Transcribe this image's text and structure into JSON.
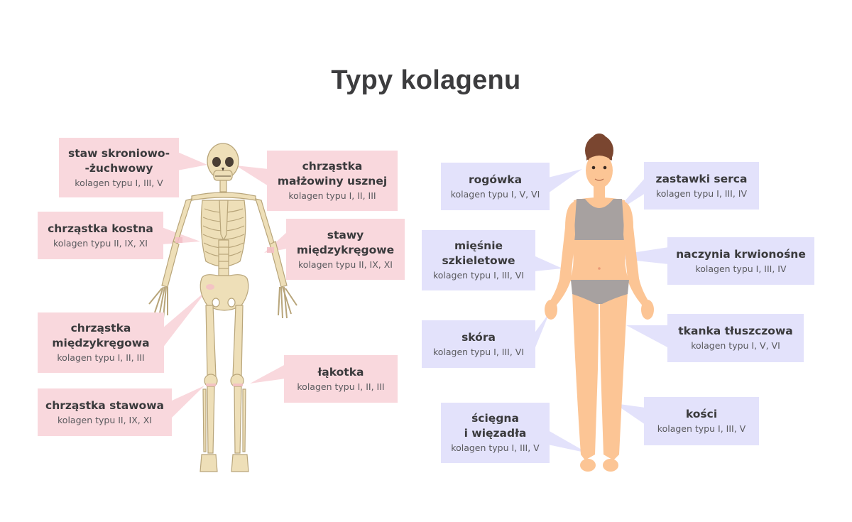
{
  "title": "Typy kolagenu",
  "colors": {
    "title_text": "#3c3c3e",
    "skeleton_box_bg": "#f9d8dd",
    "body_box_bg": "#e3e2fb",
    "bone": "#eedfb8",
    "bone_outline": "#b8a57a",
    "skin": "#fcc595",
    "underwear": "#a7a1a0",
    "hair": "#7a4630"
  },
  "skeleton": {
    "figure": "skeleton-illustration",
    "labels": [
      {
        "name": "staw skroniowo-\n-żuchwowy",
        "collagen": "kolagen typu I, III, V"
      },
      {
        "name": "chrząstka\nmałżowiny usznej",
        "collagen": "kolagen typu I, II, III"
      },
      {
        "name": "chrząstka kostna",
        "collagen": "kolagen typu II, IX, XI"
      },
      {
        "name": "stawy\nmiędzykręgowe",
        "collagen": "kolagen typu II, IX, XI"
      },
      {
        "name": "chrząstka\nmiędzykręgowa",
        "collagen": "kolagen typu I, II, III"
      },
      {
        "name": "łąkotka",
        "collagen": "kolagen typu I, II, III"
      },
      {
        "name": "chrząstka stawowa",
        "collagen": "kolagen typu II, IX, XI"
      }
    ]
  },
  "body": {
    "figure": "female-body-illustration",
    "labels": [
      {
        "name": "rogówka",
        "collagen": "kolagen typu I, V, VI"
      },
      {
        "name": "zastawki serca",
        "collagen": "kolagen typu I, III, IV"
      },
      {
        "name": "mięśnie\nszkieletowe",
        "collagen": "kolagen typu I, III, VI"
      },
      {
        "name": "naczynia krwionośne",
        "collagen": "kolagen typu I, III, IV"
      },
      {
        "name": "skóra",
        "collagen": "kolagen typu I, III, VI"
      },
      {
        "name": "tkanka tłuszczowa",
        "collagen": "kolagen typu I, V, VI"
      },
      {
        "name": "ścięgna\ni więzadła",
        "collagen": "kolagen typu I, III, V"
      },
      {
        "name": "kości",
        "collagen": "kolagen typu I, III, V"
      }
    ]
  }
}
